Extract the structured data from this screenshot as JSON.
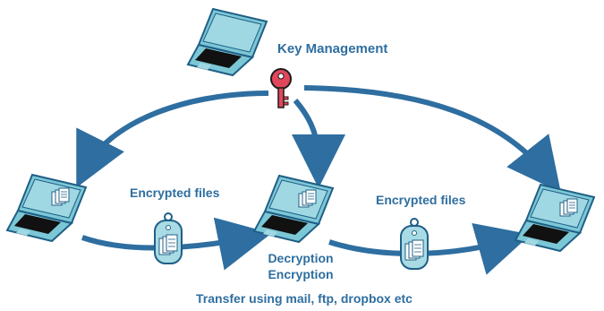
{
  "diagram": {
    "key_management_label": "Key Management",
    "encrypted_files_label_1": "Encrypted files",
    "encrypted_files_label_2": "Encrypted files",
    "decryption_label": "Decryption",
    "encryption_label": "Encryption",
    "transfer_label": "Transfer using mail, ftp, dropbox etc"
  },
  "colors": {
    "arrow": "#2e6ea0",
    "text": "#2e6ea0",
    "laptop_body": "#7cc7d6",
    "laptop_outline": "#1f5f86",
    "keyboard": "#111111",
    "key": "#e0475b",
    "tag_fill": "#a9dbe4"
  },
  "icons": [
    "laptop-icon",
    "key-icon",
    "document-stack-icon",
    "file-tag-icon"
  ]
}
